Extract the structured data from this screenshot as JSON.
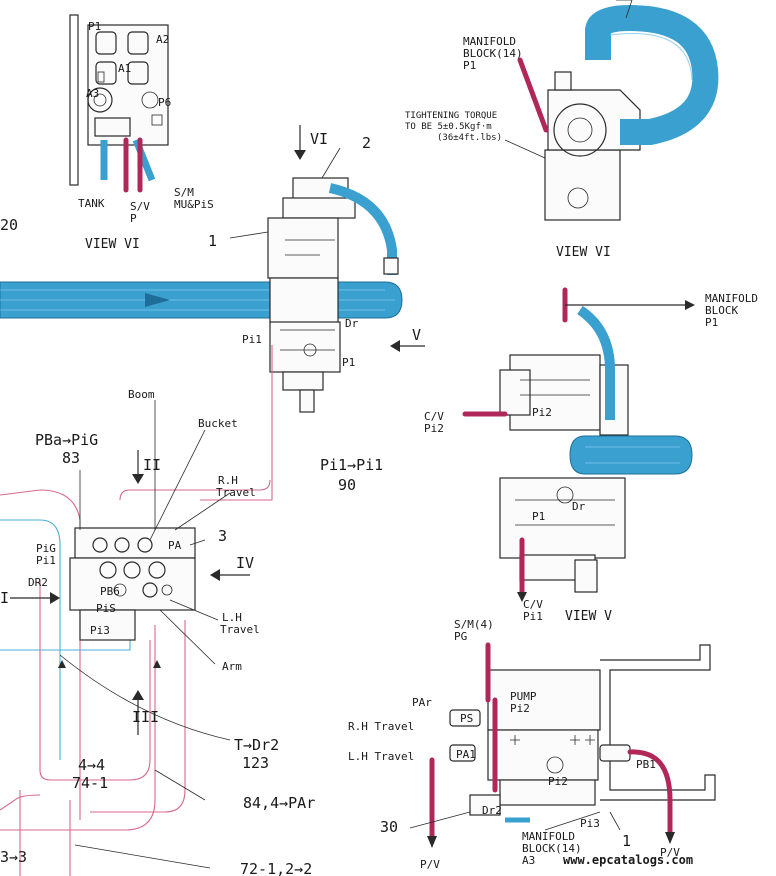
{
  "colors": {
    "hose_blue": "#3aa0d0",
    "pilot_red": "#c2185b",
    "drain_cyan": "#4ab0d6"
  },
  "top_left": {
    "ports": [
      "P1",
      "A2",
      "A1",
      "A3",
      "P6"
    ],
    "tank": "TANK",
    "sv": "S/V",
    "sv_p": "P",
    "sm": "S/M",
    "mu": "MU&PiS",
    "view_title": "VIEW VI",
    "edge_num": "20"
  },
  "pump_center": {
    "arrow_label": "VI",
    "num_2": "2",
    "num_1": "1",
    "dr": "Dr",
    "pi1": "Pi1",
    "p1": "P1",
    "arrow_v": "V"
  },
  "top_right": {
    "manifold_line1": "MANIFOLD",
    "manifold_line2": "BLOCK(14)",
    "manifold_line3": "P1",
    "torque_line1": "TIGHTENING TORQUE",
    "torque_line2": "TO BE 5±0.5Kgf·m",
    "torque_line3": "(36±4ft.lbs)",
    "view_title": "VIEW VI"
  },
  "view_v": {
    "manifold_line1": "MANIFOLD",
    "manifold_line2": "BLOCK",
    "manifold_line3": "P1",
    "cv_top": "C/V",
    "pi2": "Pi2",
    "pi2_inner": "Pi2",
    "p1": "P1",
    "dr": "Dr",
    "cv_bottom": "C/V",
    "pi1": "Pi1",
    "view_title": "VIEW V"
  },
  "control_valve": {
    "boom": "Boom",
    "bucket": "Bucket",
    "pba": "PBa→PiG",
    "pba_num": "83",
    "arrow_ii": "II",
    "rh_travel_1": "R.H",
    "rh_travel_2": "Travel",
    "num_3": "3",
    "pa": "PA",
    "arrow_iv": "IV",
    "pig": "PiG",
    "pi1": "Pi1",
    "dr2": "DR2",
    "pb6": "PB6",
    "pis": "PiS",
    "pi3": "Pi3",
    "lh_travel_1": "L.H",
    "lh_travel_2": "Travel",
    "arm": "Arm",
    "arrow_i": "I",
    "arrow_iii": "III",
    "pi1pi1": "Pi1→Pi1",
    "num_90": "90",
    "tdr2": "T→Dr2",
    "num_123": "123",
    "num_44": "4→4",
    "num_741": "74-1",
    "num_844": "84,4→PAr",
    "num_33": "3→3",
    "num_721": "72-1,2→2"
  },
  "bottom_right": {
    "sm4": "S/M(4)",
    "pg": "PG",
    "par": "PAr",
    "pump": "PUMP",
    "pi2": "Pi2",
    "rh_travel": "R.H Travel",
    "ps": "PS",
    "lh_travel": "L.H Travel",
    "pa1": "PA1",
    "pb1": "PB1",
    "pi2_lower": "Pi2",
    "dr2": "Dr2",
    "pi3": "Pi3",
    "num_30": "30",
    "manifold_line1": "MANIFOLD",
    "manifold_line2": "BLOCK(14)",
    "manifold_line3": "A3",
    "num_1": "1",
    "pv_left": "P/V",
    "pv_right": "P/V"
  },
  "watermark": "www.epcatalogs.com"
}
